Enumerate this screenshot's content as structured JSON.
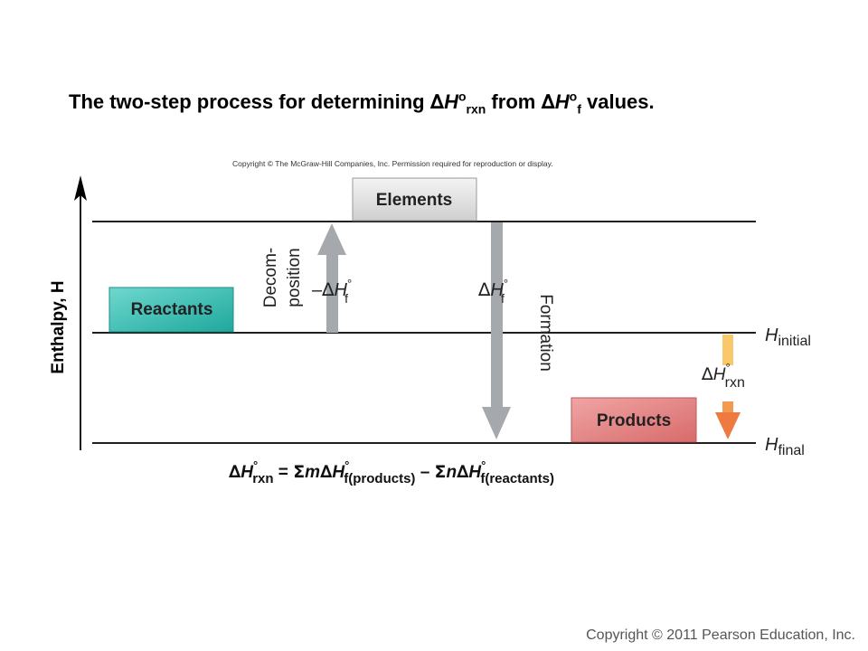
{
  "title": {
    "prefix": "The two-step process for determining ",
    "delta": "∆",
    "h": "H",
    "deg": "o",
    "sub_rxn": "rxn",
    "mid": " from ",
    "sub_f": "f",
    "suffix": " values."
  },
  "credit": "Copyright © The McGraw-Hill Companies, Inc. Permission required for reproduction or display.",
  "footer": "Copyright © 2011 Pearson Education, Inc.",
  "diagram": {
    "axis_label": "Enthalpy, H",
    "boxes": {
      "elements": "Elements",
      "reactants": "Reactants",
      "products": "Products"
    },
    "level_labels": {
      "initial_h": "H",
      "initial_sub": "initial",
      "final_h": "H",
      "final_sub": "final"
    },
    "decomposition_label": [
      "Decom-",
      "position"
    ],
    "formation_label": "Formation",
    "decomp_symbol": {
      "minus": "–",
      "delta": "∆",
      "h": "H",
      "deg": "°",
      "sub": "f"
    },
    "formation_symbol": {
      "delta": "∆",
      "h": "H",
      "deg": "°",
      "sub": "f"
    },
    "rxn_symbol": {
      "delta": "∆",
      "h": "H",
      "deg": "°",
      "sub": "rxn"
    },
    "equation": {
      "lhs_delta": "∆",
      "lhs_h": "H",
      "lhs_deg": "°",
      "lhs_sub": "rxn",
      "eq": " = ",
      "sigma1": "Σ",
      "m": "m",
      "d1": "∆",
      "h1": "H",
      "deg1": "°",
      "sub1": "f(products)",
      "minus": " – ",
      "sigma2": "Σ",
      "n": "n",
      "d2": "∆",
      "h2": "H",
      "deg2": "°",
      "sub2": "f(reactants)"
    },
    "colors": {
      "elements_box": "#e6e6e6",
      "reactants_box": "#3dbfb4",
      "products_box": "#e07f7f",
      "gray_arrow": "#a5a9ad",
      "rxn_arrow_top": "#f7c566",
      "rxn_arrow_bottom": "#f07f45"
    }
  }
}
